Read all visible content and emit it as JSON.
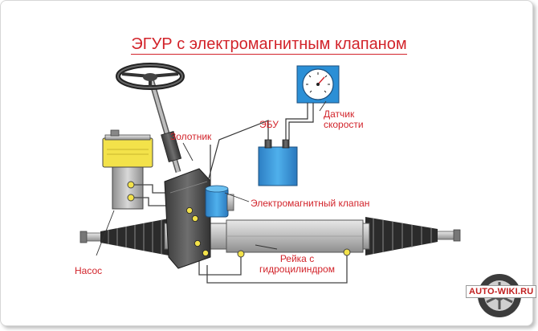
{
  "title": "ЭГУР с электромагнитным клапаном",
  "labels": {
    "speed_sensor_line1": "Датчик",
    "speed_sensor_line2": "скорости",
    "ecu": "ЭБУ",
    "spool": "Золотник",
    "solenoid_valve": "Электромагнитный клапан",
    "rack_line1": "Рейка с",
    "rack_line2": "гидроцилиндром",
    "pump": "Насос"
  },
  "watermark": "AUTO-WIKI.RU",
  "colors": {
    "label_red": "#d2232a",
    "ecu_blue": "#2b8fd6",
    "fluid_yellow": "#f3e24a",
    "metal_gray": "#b8b8b8"
  }
}
